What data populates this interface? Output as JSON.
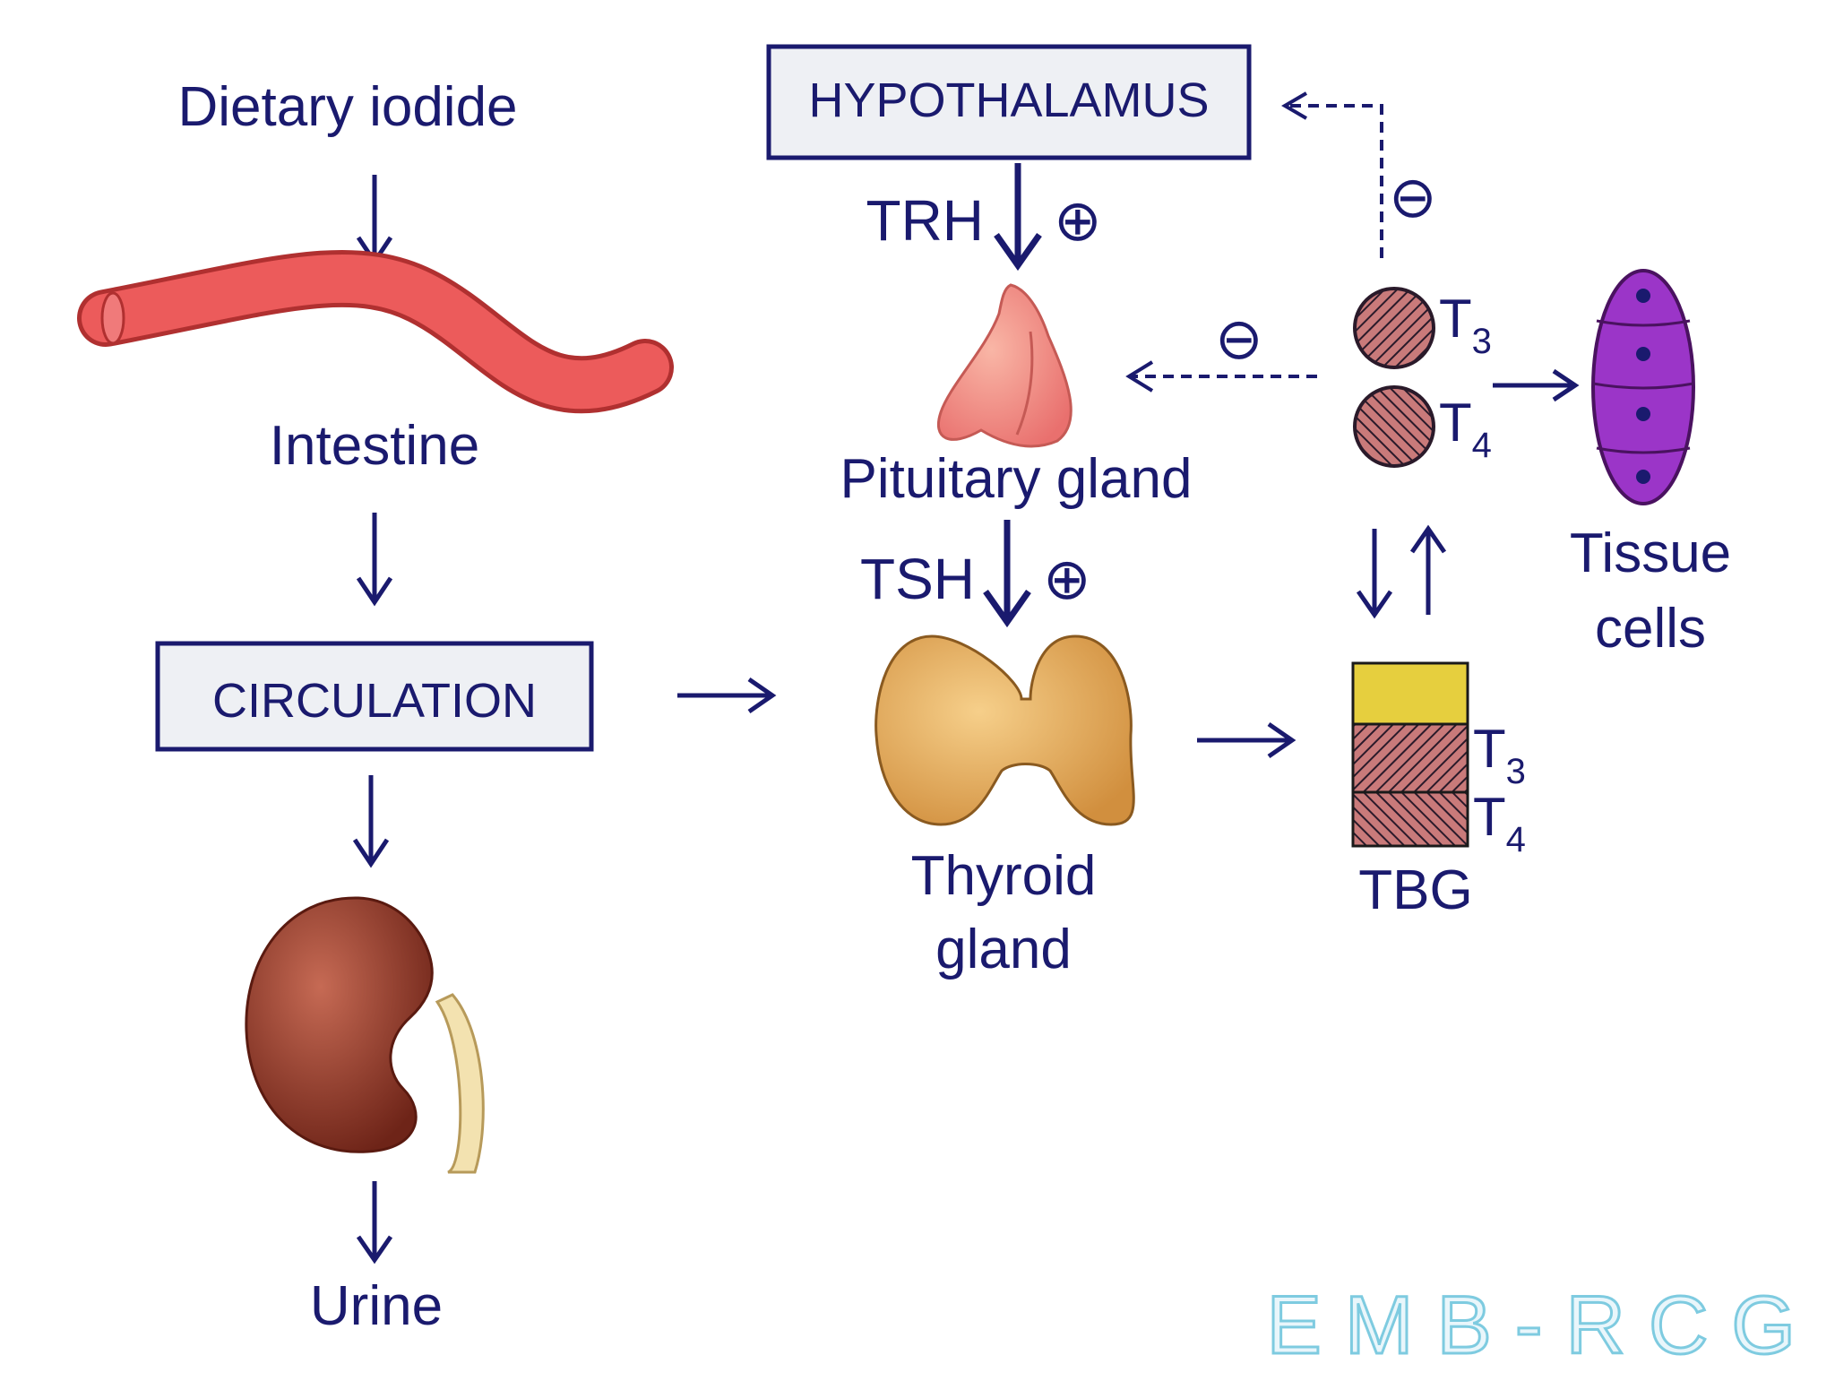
{
  "colors": {
    "ink": "#1a1a6e",
    "box_fill": "#eef0f4",
    "intestine": "#ec5b5b",
    "kidney": "#8b3a2a",
    "ureter": "#f3e2b0",
    "pituitary": "#f08c84",
    "thyroid": "#e3a85a",
    "tissue_cell": "#9b35c8",
    "tbg_top": "#e6cf3e",
    "hormone_fill": "#c46a6a",
    "watermark": "#7ecbe0"
  },
  "labels": {
    "dietary_iodide": "Dietary iodide",
    "intestine": "Intestine",
    "circulation": "CIRCULATION",
    "urine": "Urine",
    "hypothalamus": "HYPOTHALAMUS",
    "trh": "TRH",
    "plus": "⊕",
    "minus": "⊖",
    "pituitary": "Pituitary gland",
    "tsh": "TSH",
    "thyroid_line1": "Thyroid",
    "thyroid_line2": "gland",
    "t": "T",
    "sub3": "3",
    "sub4": "4",
    "tbg": "TBG",
    "tissue_line1": "Tissue",
    "tissue_line2": "cells",
    "watermark": "EMB-RCG"
  }
}
